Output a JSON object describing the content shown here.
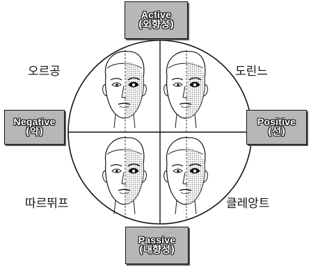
{
  "axes": {
    "top": {
      "line1": "Active",
      "line2": "(외향성)"
    },
    "bottom": {
      "line1": "Passive",
      "line2": "(내향성)"
    },
    "left": {
      "line1": "Negative",
      "line2": "(악)"
    },
    "right": {
      "line1": "Positive",
      "line2": "(선)"
    }
  },
  "quadrants": {
    "top_left": "오르공",
    "top_right": "도린느",
    "bottom_left": "따르뛰프",
    "bottom_right": "클레앙트"
  },
  "faces": [
    {
      "quadrant": "top_left",
      "shaded_side": "right"
    },
    {
      "quadrant": "top_right",
      "shaded_side": "right"
    },
    {
      "quadrant": "bottom_left",
      "shaded_side": "right"
    },
    {
      "quadrant": "bottom_right",
      "shaded_side": "right"
    }
  ]
}
